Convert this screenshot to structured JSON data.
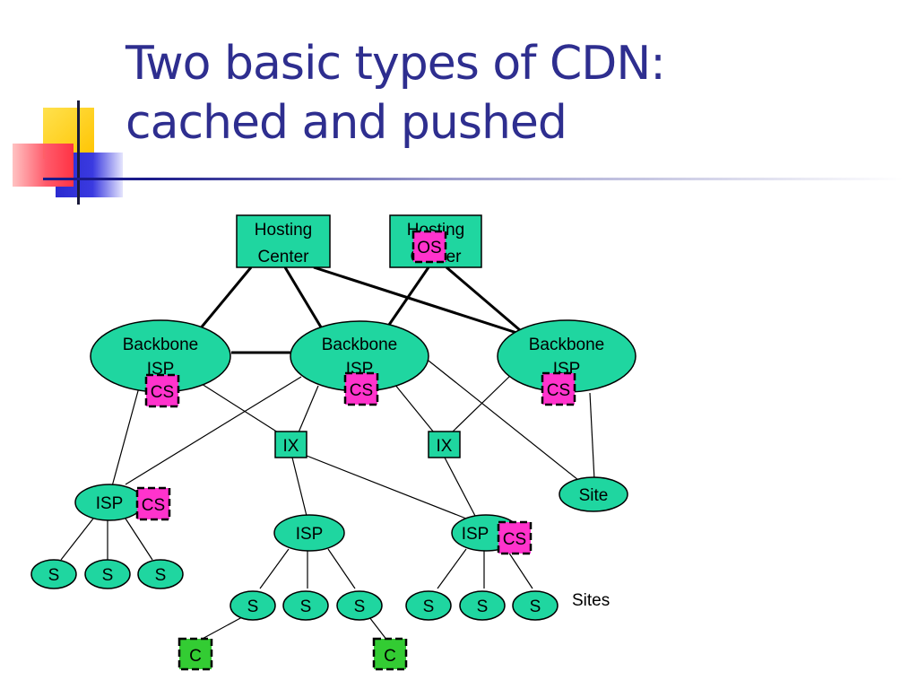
{
  "slide": {
    "title_line1": "Two basic types of CDN:",
    "title_line2": "cached and pushed"
  },
  "colors": {
    "title": "#2e2e8f",
    "node_fill": "#1fd6a0",
    "cache_fill": "#ff33cc",
    "client_fill": "#33cc33"
  },
  "nodes": {
    "hosting1": {
      "line1": "Hosting",
      "line2": "Center"
    },
    "hosting2": {
      "line1": "Hosting",
      "line2": "Center"
    },
    "backbone1": {
      "line1": "Backbone",
      "line2": "ISP"
    },
    "backbone2": {
      "line1": "Backbone",
      "line2": "ISP"
    },
    "backbone3": {
      "line1": "Backbone",
      "line2": "ISP"
    },
    "ix1": "IX",
    "ix2": "IX",
    "isp_left": "ISP",
    "isp_mid": "ISP",
    "isp_right": "ISP",
    "site": "Site",
    "s": "S",
    "client": "C",
    "cs": "CS",
    "os": "OS",
    "sites_label": "Sites"
  }
}
